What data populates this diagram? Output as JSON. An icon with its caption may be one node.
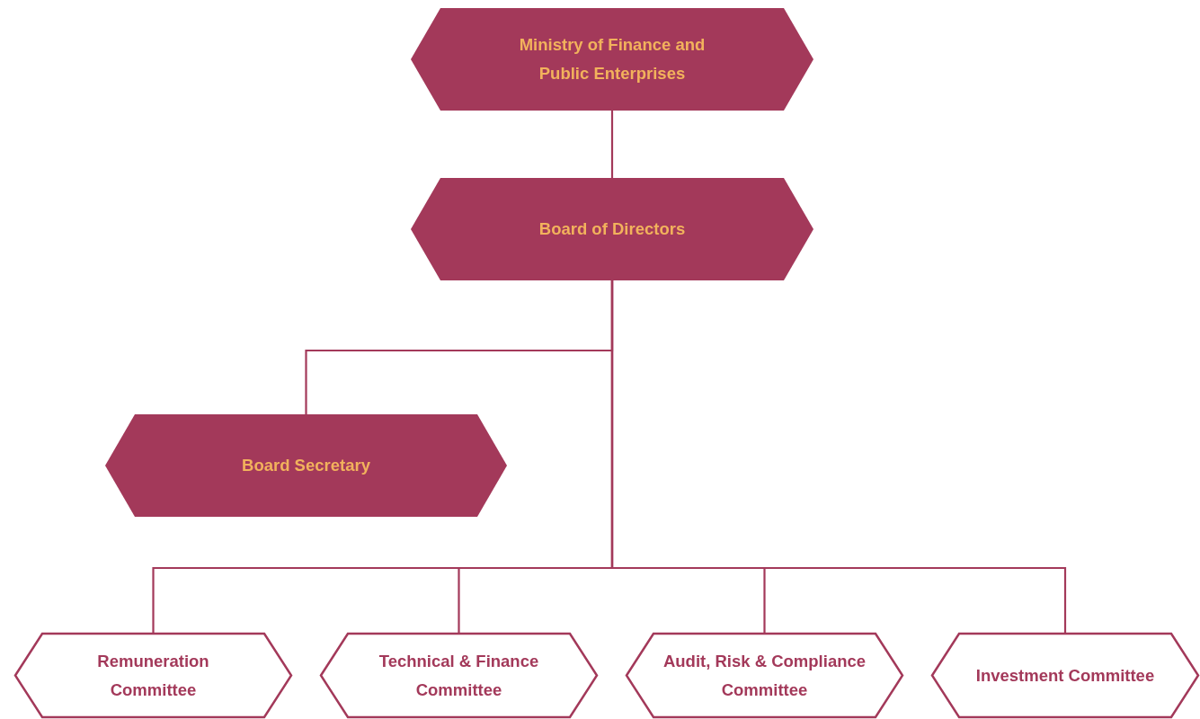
{
  "diagram": {
    "nodes": [
      {
        "text": [
          "Ministry of Finance and Public Enterprises"
        ]
      },
      {
        "text": [
          "Board of Directors"
        ]
      },
      {
        "text": [
          "Board Secretary"
        ]
      },
      {
        "text": [
          "Remuneration Committee"
        ]
      },
      {
        "text": [
          "Technical & Finance Committee"
        ]
      },
      {
        "text": [
          "Audit, Risk & Compliance Committee"
        ]
      },
      {
        "text": [
          "Investment Committee"
        ]
      }
    ],
    "edges": [
      {
        "from": 0,
        "to": 1,
        "arrow": "none"
      },
      {
        "from": 1,
        "to": 2,
        "arrow": "none"
      },
      {
        "from": 1,
        "to": 3,
        "arrow": "none"
      },
      {
        "from": 1,
        "to": 4,
        "arrow": "none"
      },
      {
        "from": 1,
        "to": 5,
        "arrow": "none"
      },
      {
        "from": 1,
        "to": 6,
        "arrow": "none"
      }
    ]
  }
}
